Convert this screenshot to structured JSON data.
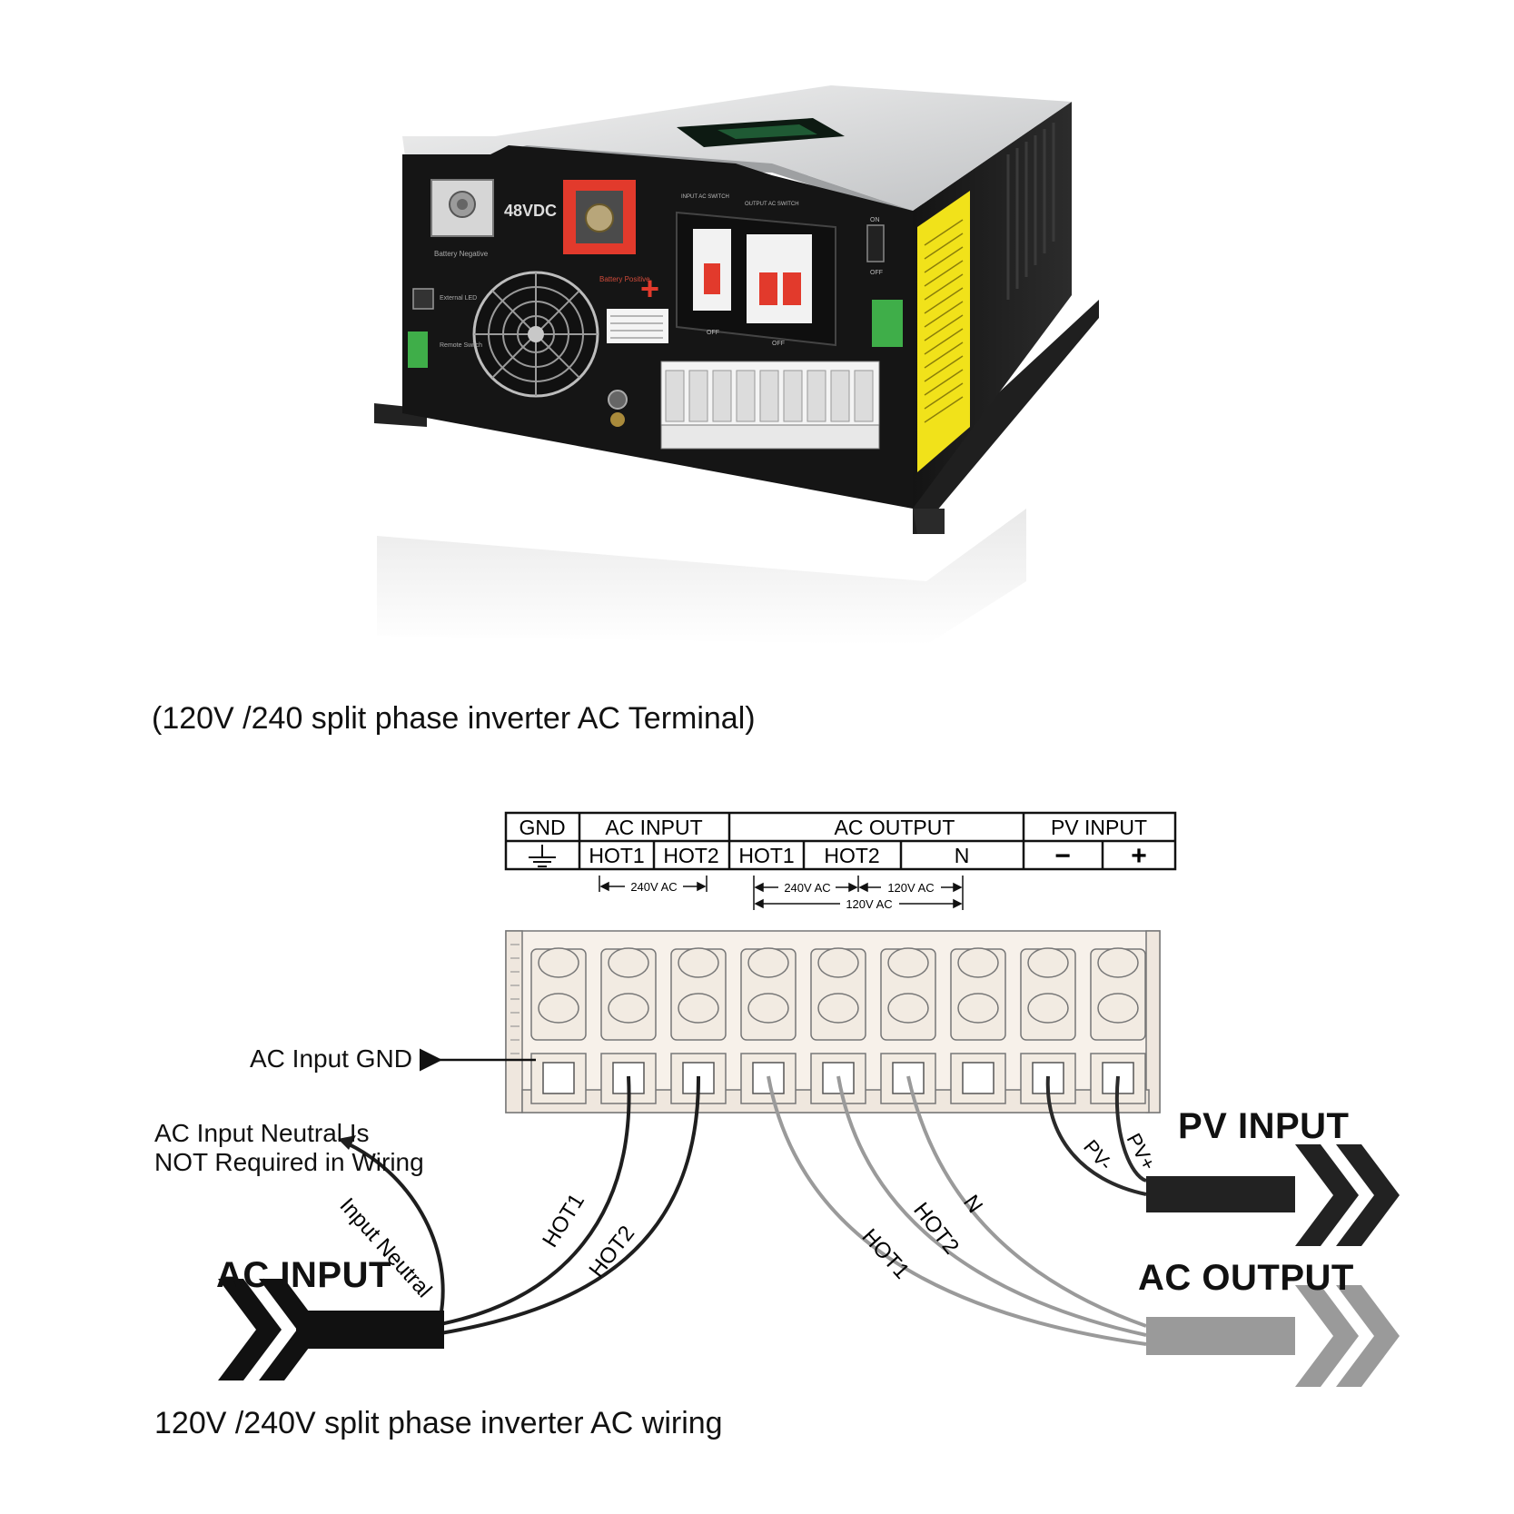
{
  "device_photo": {
    "voltage_label": "48VDC",
    "battery_negative": "Battery Negative",
    "battery_positive": "Battery Positive",
    "input_switch": "INPUT AC SWITCH",
    "output_switch": "OUTPUT AC SWITCH",
    "on_label": "ON",
    "off_label": "OFF",
    "external_led": "External LED",
    "remote_switch": "Remote Switch",
    "power_on": "ON",
    "power_off": "OFF"
  },
  "terminal_caption": "(120V /240 split phase inverter AC Terminal)",
  "terminal_table": {
    "gnd_header": "GND",
    "ac_input_header": "AC INPUT",
    "ac_output_header": "AC OUTPUT",
    "pv_input_header": "PV INPUT",
    "ac_input_cells": [
      "HOT1",
      "HOT2"
    ],
    "ac_output_cells": [
      "HOT1",
      "HOT2",
      "N"
    ],
    "pv_input_cells": [
      "−",
      "+"
    ],
    "input_span": "240V AC",
    "output_span_240": "240V AC",
    "output_span_120_a": "120V AC",
    "output_span_120_b": "120V AC"
  },
  "annotations": {
    "ac_input_gnd": "AC Input GND",
    "neutral_note_line1": "AC Input Neutral Is",
    "neutral_note_line2": "NOT Required in Wiring",
    "input_neutral": "Input Neutral",
    "wire_in_hot1": "HOT1",
    "wire_in_hot2": "HOT2",
    "wire_out_hot1": "HOT1",
    "wire_out_hot2": "HOT2",
    "wire_out_n": "N",
    "wire_pv_neg": "PV-",
    "wire_pv_pos": "PV+"
  },
  "labels": {
    "ac_input": "AC INPUT",
    "ac_output": "AC OUTPUT",
    "pv_input": "PV INPUT"
  },
  "wiring_caption": "120V /240V split phase inverter AC wiring",
  "colors": {
    "chassis": "#1a1a1a",
    "lid": "#d9dadb",
    "breaker_red": "#e23a2c",
    "warning_yellow": "#f1e21a",
    "terminal_block": "#f7f1ea",
    "wire_black": "#1e1e1e",
    "wire_gray": "#9a9a9a"
  }
}
